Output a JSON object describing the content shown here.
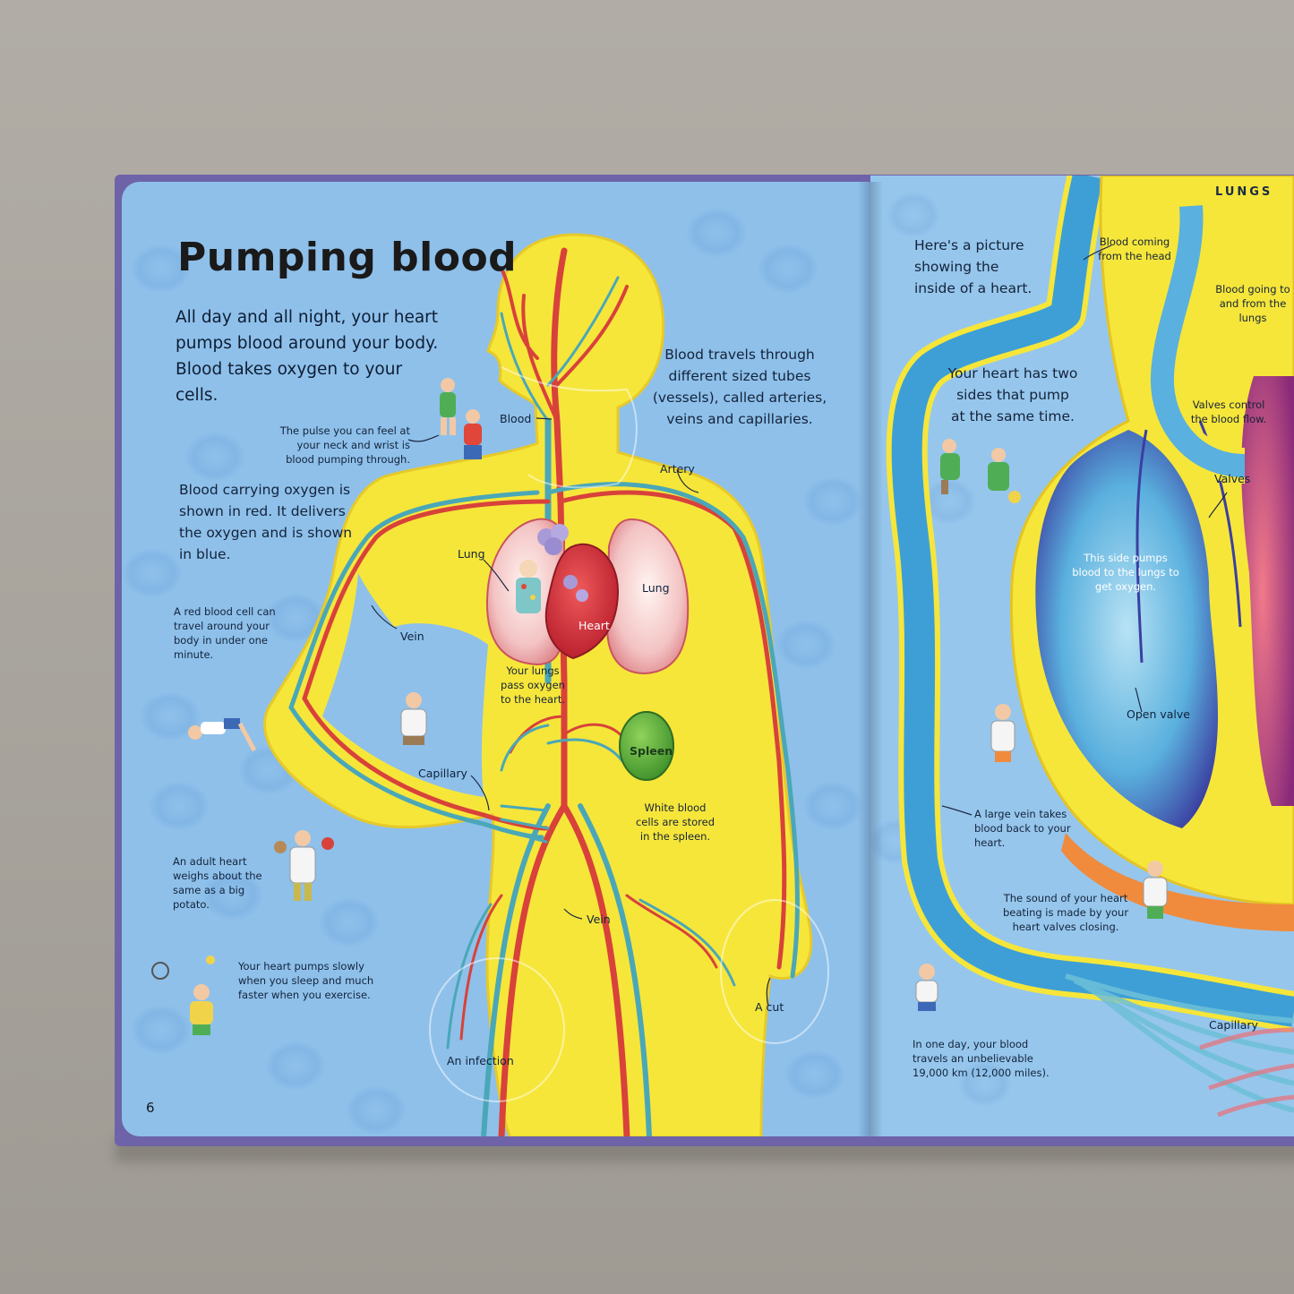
{
  "left_page": {
    "title": "Pumping blood",
    "intro": "All day and all night, your heart pumps blood around your body. Blood takes oxygen to your cells.",
    "vessels_text": "Blood travels through different sized tubes (vessels), called arteries, veins and capillaries.",
    "pulse_text": "The pulse you can feel at your neck and wrist is blood pumping through.",
    "colors_text": "Blood carrying oxygen is shown in red. It delivers the oxygen and is shown in blue.",
    "red_cell_text": "A red blood cell can travel around your body in under one minute.",
    "heart_weight_text": "An adult heart weighs about the same as a big potato.",
    "exercise_text": "Your heart pumps slowly when you sleep and much faster when you exercise.",
    "lungs_pass_text": "Your lungs pass oxygen to the heart.",
    "spleen_text": "White blood cells are stored in the spleen.",
    "labels": {
      "blood": "Blood",
      "artery": "Artery",
      "lung_left": "Lung",
      "lung_right": "Lung",
      "heart": "Heart",
      "vein_arm": "Vein",
      "spleen": "Spleen",
      "capillary": "Capillary",
      "vein_leg": "Vein",
      "cut": "A cut",
      "infection": "An infection"
    },
    "page_number": "6"
  },
  "right_page": {
    "lungs_tag": "LUNGS",
    "picture_text": "Here's a picture showing the inside of a heart.",
    "two_sides_text": "Your heart has two sides that pump at the same time.",
    "head_label": "Blood coming from the head",
    "lungs_label": "Blood going to and from the lungs",
    "valves_control_text": "Valves control the blood flow.",
    "valves_label": "Valves",
    "pump_side_text": "This side pumps blood to the lungs to get oxygen.",
    "open_valve_label": "Open valve",
    "large_vein_text": "A large vein takes blood back to your heart.",
    "sound_text": "The sound of your heart beating is made by your heart valves closing.",
    "distance_text": "In one day, your blood travels an unbelievable 19,000 km (12,000 miles).",
    "capillary_label": "Capillary"
  },
  "colors": {
    "page_blue": "#8ec0ea",
    "body_yellow": "#f6e63a",
    "artery_red": "#d8423a",
    "vein_blue": "#4aa7b8",
    "spleen_green": "#5bb13a",
    "cover_purple": "#6e63a8"
  }
}
